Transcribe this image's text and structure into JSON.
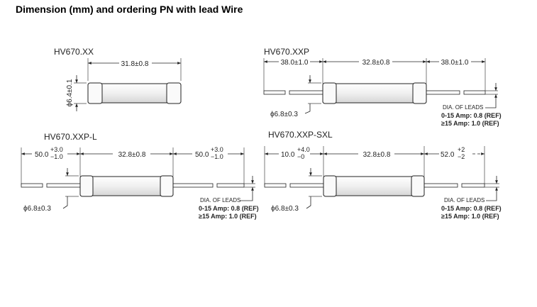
{
  "title": "Dimension (mm) and ordering PN with lead Wire",
  "hv670xx": {
    "label": "HV670.XX",
    "length": "31.8±0.8",
    "diameter": "ϕ6.4±0.1"
  },
  "hv670xxp": {
    "label": "HV670.XXP",
    "lead_left": "38.0±1.0",
    "body": "32.8±0.8",
    "lead_right": "38.0±1.0",
    "diameter": "ϕ6.8±0.3",
    "dia_leads": "DIA. OF LEADS",
    "note1": "0-15 Amp: 0.8 (REF)",
    "note2": "≥15 Amp: 1.0 (REF)"
  },
  "hv670xxpl": {
    "label": "HV670.XXP-L",
    "lead_left_nom": "50.0",
    "lead_left_plus": "+3.0",
    "lead_left_minus": "−1.0",
    "body": "32.8±0.8",
    "lead_right_nom": "50.0",
    "lead_right_plus": "+3.0",
    "lead_right_minus": "−1.0",
    "diameter": "ϕ6.8±0.3",
    "dia_leads": "DIA. OF LEADS",
    "note1": "0-15 Amp: 0.8 (REF)",
    "note2": "≥15 Amp: 1.0 (REF)"
  },
  "hv670xxpsxl": {
    "label": "HV670.XXP-SXL",
    "lead_left_nom": "10.0",
    "lead_left_plus": "+4.0",
    "lead_left_minus": "−0",
    "body": "32.8±0.8",
    "lead_right_nom": "52.0",
    "lead_right_plus": "+2",
    "lead_right_minus": "−2",
    "diameter": "ϕ6.8±0.3",
    "dia_leads": "DIA. OF LEADS",
    "note1": "0-15 Amp: 0.8 (REF)",
    "note2": "≥15 Amp: 1.0 (REF)"
  }
}
